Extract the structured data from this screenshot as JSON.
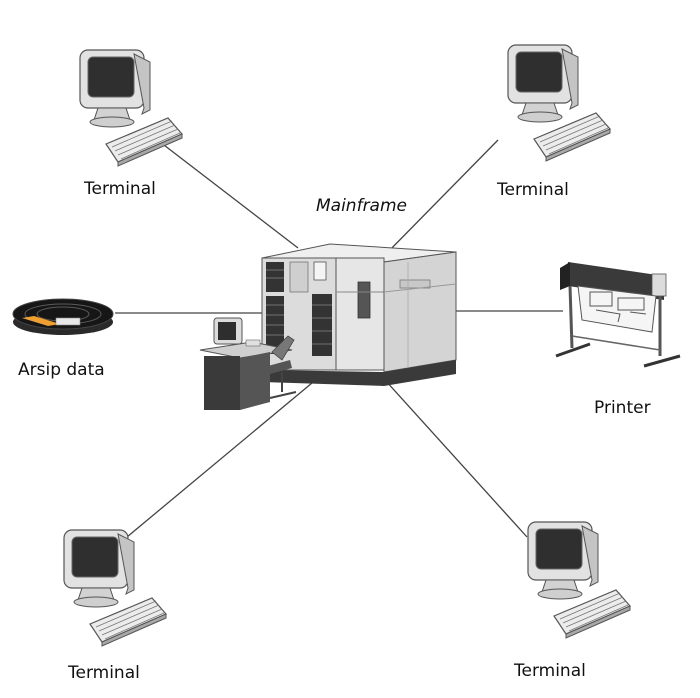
{
  "labels": {
    "terminal_top_left": "Terminal",
    "terminal_top_right": "Terminal",
    "mainframe": "Mainframe",
    "archive": "Arsip data",
    "printer": "Printer",
    "terminal_bottom_left": "Terminal",
    "terminal_bottom_right": "Terminal"
  },
  "colors": {
    "line": "#444444",
    "device_light": "#e4e4e4",
    "device_mid": "#b8b8b8",
    "device_dark": "#3a3a3a",
    "screen": "#2e2e2e",
    "accent": "#f0a030"
  }
}
